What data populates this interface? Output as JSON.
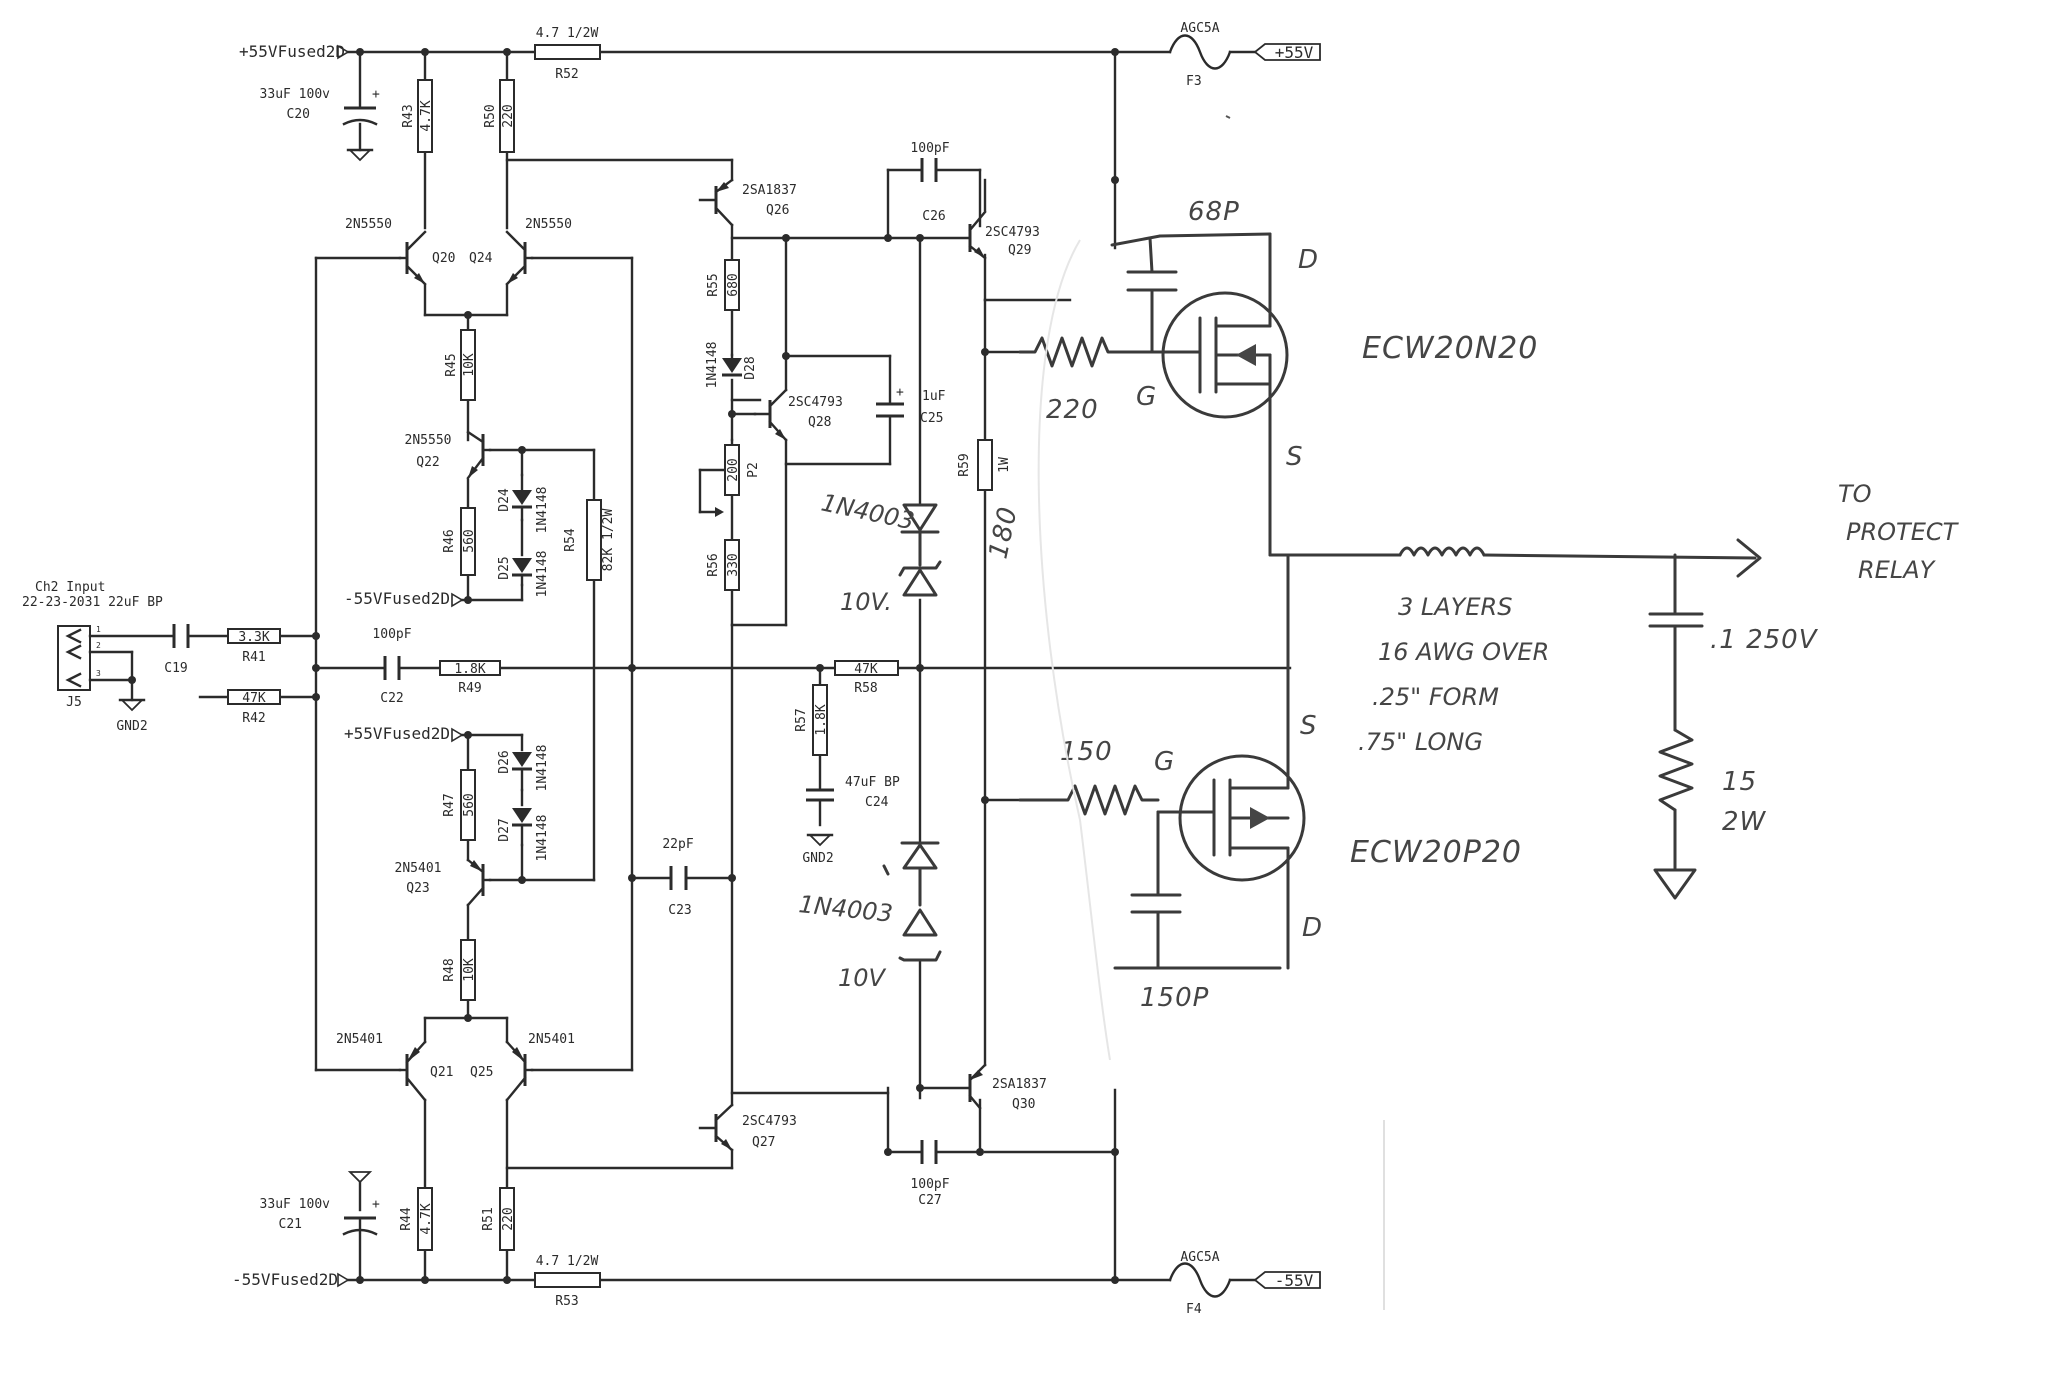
{
  "rails": {
    "pos_fused_top": "+55VFused2D",
    "neg_fused_top": "-55VFused2D",
    "pos_fused_mid": "+55VFused2D",
    "neg_fused_bot": "-55VFused2D",
    "pos_supply": "+55V",
    "neg_supply": "-55V"
  },
  "input": {
    "title": "Ch2 Input",
    "part": "22-23-2031 22uF BP",
    "connector": "J5",
    "ground": "GND2",
    "pins": [
      "1",
      "2",
      "3"
    ]
  },
  "resistors": {
    "R52": {
      "ref": "R52",
      "value": "4.7 1/2W"
    },
    "R53": {
      "ref": "R53",
      "value": "4.7 1/2W"
    },
    "R43": {
      "ref": "R43",
      "value": "4.7K"
    },
    "R50": {
      "ref": "R50",
      "value": "220"
    },
    "R44": {
      "ref": "R44",
      "value": "4.7K"
    },
    "R51": {
      "ref": "R51",
      "value": "220"
    },
    "R45": {
      "ref": "R45",
      "value": "10K"
    },
    "R48": {
      "ref": "R48",
      "value": "10K"
    },
    "R46": {
      "ref": "R46",
      "value": "560"
    },
    "R47": {
      "ref": "R47",
      "value": "560"
    },
    "R54": {
      "ref": "R54",
      "value": "82K 1/2W"
    },
    "R41": {
      "ref": "R41",
      "value": "3.3K"
    },
    "R42": {
      "ref": "R42",
      "value": "47K"
    },
    "R49": {
      "ref": "R49",
      "value": "1.8K"
    },
    "R55": {
      "ref": "R55",
      "value": "680"
    },
    "R56": {
      "ref": "R56",
      "value": "330"
    },
    "P2": {
      "ref": "P2",
      "value": "200"
    },
    "R57": {
      "ref": "R57",
      "value": "1.8K"
    },
    "R58": {
      "ref": "R58",
      "value": "47K"
    },
    "R59": {
      "ref": "R59",
      "value": "1W"
    }
  },
  "capacitors": {
    "C20": {
      "ref": "C20",
      "value": "33uF 100v"
    },
    "C21": {
      "ref": "C21",
      "value": "33uF 100v"
    },
    "C19": {
      "ref": "C19",
      "value": ""
    },
    "C22": {
      "ref": "C22",
      "value": "100pF"
    },
    "C23": {
      "ref": "C23",
      "value": "22pF"
    },
    "C24": {
      "ref": "C24",
      "value": "47uF BP"
    },
    "C25": {
      "ref": "C25",
      "value": "1uF"
    },
    "C26": {
      "ref": "C26",
      "value": "100pF"
    },
    "C27": {
      "ref": "C27",
      "value": "100pF"
    }
  },
  "transistors": {
    "Q20": {
      "ref": "Q20",
      "part": "2N5550"
    },
    "Q24": {
      "ref": "Q24",
      "part": "2N5550"
    },
    "Q22": {
      "ref": "Q22",
      "part": "2N5550"
    },
    "Q23": {
      "ref": "Q23",
      "part": "2N5401"
    },
    "Q21": {
      "ref": "Q21",
      "part": "2N5401"
    },
    "Q25": {
      "ref": "Q25",
      "part": "2N5401"
    },
    "Q26": {
      "ref": "Q26",
      "part": "2SA1837"
    },
    "Q27": {
      "ref": "Q27",
      "part": "2SC4793"
    },
    "Q28": {
      "ref": "Q28",
      "part": "2SC4793"
    },
    "Q29": {
      "ref": "Q29",
      "part": "2SC4793"
    },
    "Q30": {
      "ref": "Q30",
      "part": "2SA1837"
    }
  },
  "diodes": {
    "D24": {
      "ref": "D24",
      "part": "1N4148"
    },
    "D25": {
      "ref": "D25",
      "part": "1N4148"
    },
    "D26": {
      "ref": "D26",
      "part": "1N4148"
    },
    "D27": {
      "ref": "D27",
      "part": "1N4148"
    },
    "D28": {
      "ref": "D28",
      "part": "1N4148"
    }
  },
  "fuses": {
    "F3": {
      "ref": "F3",
      "part": "AGC5A"
    },
    "F4": {
      "ref": "F4",
      "part": "AGC5A"
    }
  },
  "handwritten": {
    "mosfet_top": "ECW20N20",
    "mosfet_bottom": "ECW20P20",
    "cap_top": "68P",
    "cap_bottom": "150P",
    "gate_r_top": "220",
    "gate_r_bottom": "150",
    "r59_value": "180",
    "diode_top": "1N4003",
    "diode_bottom": "1N4003",
    "zener_top": "10V.",
    "zener_bottom": "10V",
    "pin_g_top": "G",
    "pin_g_bottom": "G",
    "pin_d_top": "D",
    "pin_d_bottom": "D",
    "pin_s_top": "S",
    "pin_s_bottom": "S",
    "inductor_note": [
      "3 LAYERS",
      "16 AWG OVER",
      ".25\" FORM",
      ".75\" LONG"
    ],
    "output_label": [
      "TO",
      "PROTECT",
      "RELAY"
    ],
    "zobel_cap": ".1 250V",
    "zobel_res": [
      "15",
      "2W"
    ]
  }
}
